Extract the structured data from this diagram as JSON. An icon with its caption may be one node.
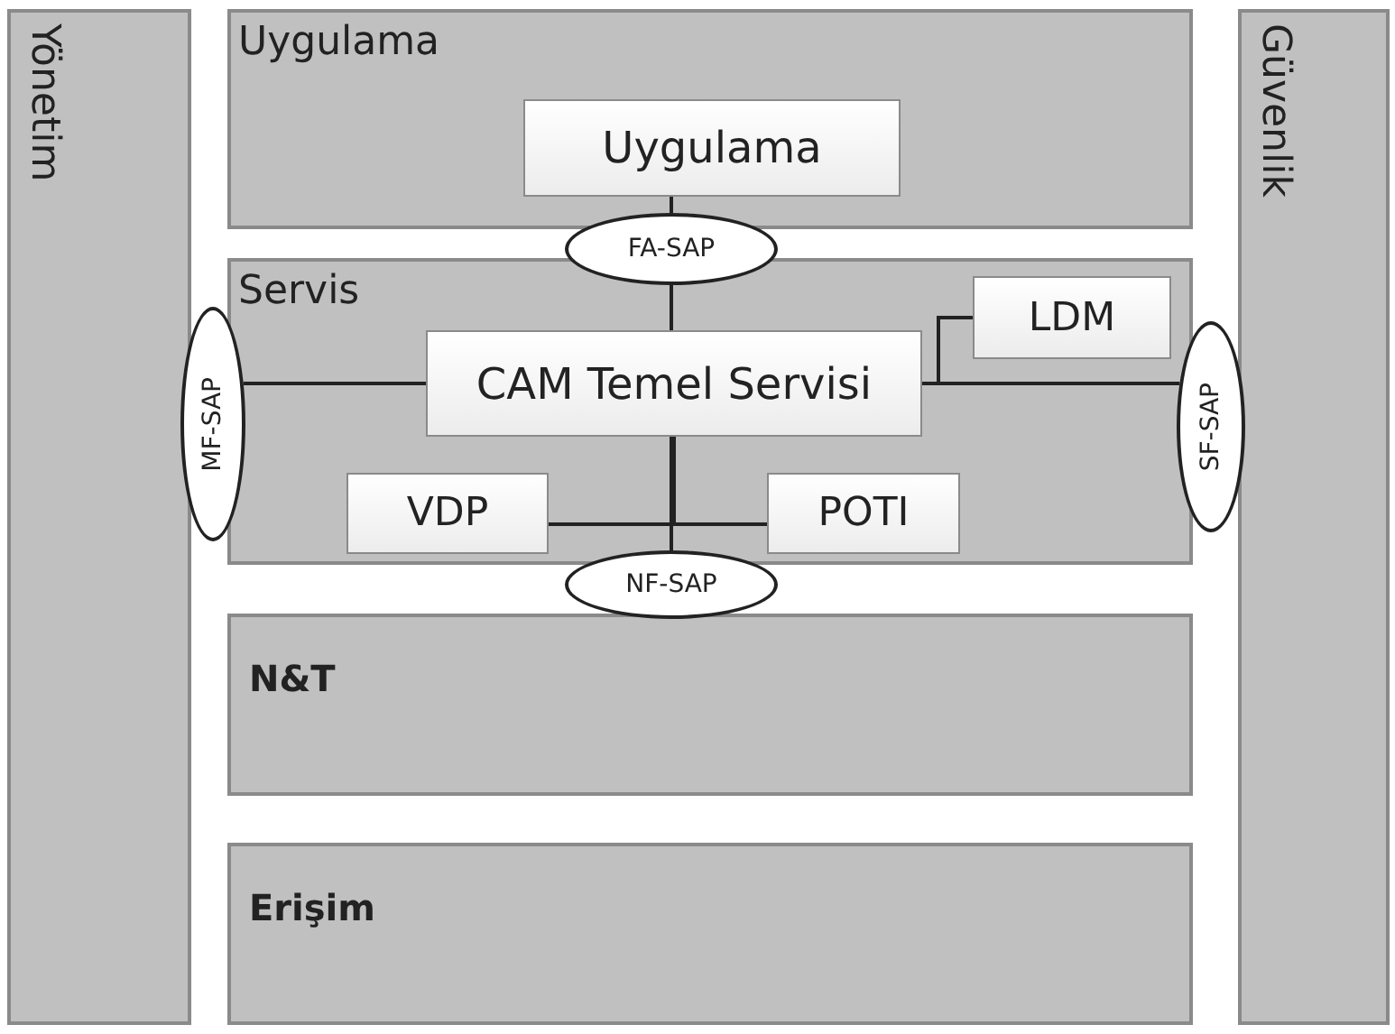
{
  "diagram": {
    "nodes": [
      {
        "text": [
          "Yönetim"
        ]
      },
      {
        "text": [
          "Uygulama"
        ]
      },
      {
        "text": [
          "Uygulama"
        ],
        "in": 1
      },
      {
        "text": [
          "Güvenlik"
        ]
      },
      {
        "text": [
          "FA-SAP"
        ]
      },
      {
        "text": [
          "Servis"
        ]
      },
      {
        "text": [
          "MF-SAP"
        ]
      },
      {
        "text": [
          "CAM Temel Servisi"
        ],
        "in": 5
      },
      {
        "text": [
          "LDM"
        ],
        "in": 5
      },
      {
        "text": [
          "SF-SAP"
        ]
      },
      {
        "text": [
          "VDP"
        ],
        "in": 5
      },
      {
        "text": [
          "POTI"
        ],
        "in": 5
      },
      {
        "text": [
          "NF-SAP"
        ]
      },
      {
        "text": [
          "N&T"
        ]
      },
      {
        "text": [
          "Erişim"
        ]
      }
    ],
    "edges": [
      {
        "from": 2,
        "to": 4,
        "arrow": "none"
      },
      {
        "from": 4,
        "to": 7,
        "arrow": "none"
      },
      {
        "from": 6,
        "to": 7,
        "arrow": "none"
      },
      {
        "from": 7,
        "to": 9,
        "arrow": "none"
      },
      {
        "from": 7,
        "to": 8,
        "arrow": "none"
      },
      {
        "from": 7,
        "to": 12,
        "arrow": "none"
      },
      {
        "from": 7,
        "to": 10,
        "arrow": "none"
      },
      {
        "from": 7,
        "to": 11,
        "arrow": "none"
      }
    ]
  }
}
